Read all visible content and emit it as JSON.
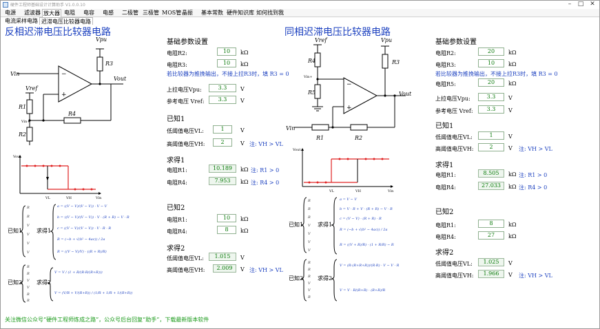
{
  "window": {
    "title": "硬件工程师基础设计计算助手 V1.0.0.10"
  },
  "menu": [
    "电源",
    "滤波器",
    "放大器",
    "电阻",
    "电容",
    "电感",
    "二极管",
    "三极管",
    "MOS管",
    "晶振",
    "基本常数",
    "硬件知识库",
    "如何找到我"
  ],
  "submenu": [
    "电流采样电路",
    "迟滞电压比较器电路"
  ],
  "left": {
    "title": "反相迟滞电压比较器电路",
    "basic_title": "基础参数设置",
    "r2_label": "电阻R2:",
    "r2": "10",
    "r3_label": "电阻R3:",
    "r3": "10",
    "pushpull_note": "若比较器为推挽输出，不接上拉R3时，填 R3 = 0",
    "vpu_label": "上拉电压Vpu:",
    "vpu": "3.3",
    "vref_label": "参考电压 Vref:",
    "vref": "3.3",
    "known1": "已知1",
    "vl_label": "低阈值电压VL:",
    "vl": "1",
    "vh_label": "高阈值电压VH:",
    "vh": "2",
    "vh_note": "注: VH > VL",
    "find1": "求得1",
    "r1_label": "电阻R1:",
    "r1": "10.189",
    "r1_note": "注: R1 > 0",
    "r4_label": "电阻R4:",
    "r4": "7.953",
    "r4_note": "注: R4 > 0",
    "known2": "已知2",
    "r1b_label": "电阻R1:",
    "r1b": "10",
    "r4b_label": "电阻R4:",
    "r4b": "8",
    "find2": "求得2",
    "vl2_label": "低阈值电压VL:",
    "vl2": "1.015",
    "vh2_label": "高阈值电压VH:",
    "vh2": "2.009",
    "vh2_note": "注: VH > VL"
  },
  "right": {
    "title": "同相迟滞电压比较器电路",
    "basic_title": "基础参数设置",
    "r2_label": "电阻R2:",
    "r2": "20",
    "r3_label": "电阻R3:",
    "r3": "10",
    "pushpull_note": "若比较器为推挽输出，不接上拉R3时，填 R3 = 0",
    "r5_label": "电阻R5:",
    "r5": "20",
    "vpu_label": "上拉电压Vpu:",
    "vpu": "3.3",
    "vref_label": "参考电压 Vref:",
    "vref": "3.3",
    "known1": "已知1",
    "vl_label": "低阈值电压VL:",
    "vl": "1",
    "vh_label": "高阈值电压VH:",
    "vh": "2",
    "vh_note": "注: VH > VL",
    "find1": "求得1",
    "r1_label": "电阻R1:",
    "r1": "8.505",
    "r1_note": "注: R1 > 0",
    "r4_label": "电阻R4:",
    "r4": "27.033",
    "r4_note": "注: R4 > 0",
    "known2": "已知2",
    "r1b_label": "电阻R1:",
    "r1b": "8",
    "r4b_label": "电阻R4:",
    "r4b": "27",
    "find2": "求得2",
    "vl2_label": "低阈值电压VL:",
    "vl2": "1.025",
    "vh2_label": "高阈值电压VH:",
    "vh2": "1.966",
    "vh2_note": "注: VH > VL"
  },
  "unit_kohm": "kΩ",
  "unit_v": "V",
  "schem": {
    "vin": "Vin",
    "vref": "Vref",
    "vpu": "Vpu",
    "vout": "Vout",
    "r1": "R1",
    "r2": "R2",
    "r3": "R3",
    "r4": "R4",
    "r5": "R5",
    "vin_plus": "Vin+",
    "minus": "−",
    "plus": "+"
  },
  "graph": {
    "vout": "Vout",
    "vin": "Vin",
    "vl": "VL",
    "vh": "VH"
  },
  "formula_labels": {
    "known1": "已知1",
    "find1": "求得1",
    "known2": "已知2",
    "find2": "求得2"
  },
  "footer": "关注微信公众号“硬件工程师炼成之路”，公众号后台回复“助手”，下载最新版本软件",
  "colors": {
    "accent": "#1a3fbf",
    "value_green": "#0a7a0a",
    "footer_green": "#1a9a1a",
    "graph_red": "#e02020"
  }
}
